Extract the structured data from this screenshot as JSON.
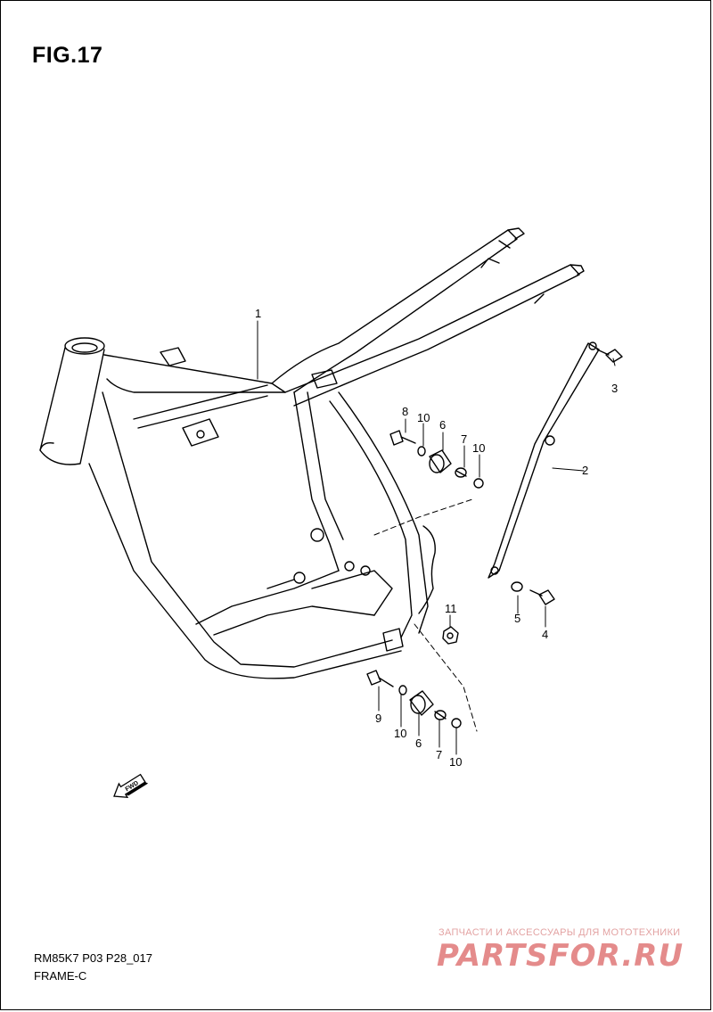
{
  "figure": {
    "title": "FIG.17"
  },
  "callouts": [
    {
      "id": "c1",
      "label": "1"
    },
    {
      "id": "c2",
      "label": "2"
    },
    {
      "id": "c3",
      "label": "3"
    },
    {
      "id": "c4",
      "label": "4"
    },
    {
      "id": "c5",
      "label": "5"
    },
    {
      "id": "c6a",
      "label": "6"
    },
    {
      "id": "c7a",
      "label": "7"
    },
    {
      "id": "c8",
      "label": "8"
    },
    {
      "id": "c10a",
      "label": "10"
    },
    {
      "id": "c10b",
      "label": "10"
    },
    {
      "id": "c11",
      "label": "11"
    },
    {
      "id": "c9",
      "label": "9"
    },
    {
      "id": "c10c",
      "label": "10"
    },
    {
      "id": "c6b",
      "label": "6"
    },
    {
      "id": "c7b",
      "label": "7"
    },
    {
      "id": "c10d",
      "label": "10"
    }
  ],
  "fwd_arrow": {
    "label": "FWD",
    "icon": "fwd-arrow-icon"
  },
  "footer": {
    "code": "RM85K7 P03 P28_017",
    "name": "FRAME-C"
  },
  "watermark": {
    "tagline": "ЗАПЧАСТИ И АКСЕССУАРЫ ДЛЯ МОТОТЕХНИКИ",
    "logo": "PARTSFOR.RU"
  }
}
